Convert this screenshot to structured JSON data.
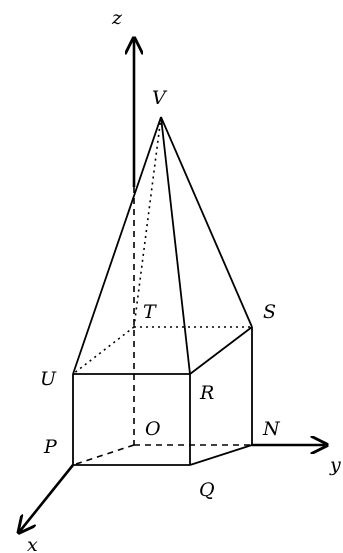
{
  "labels": {
    "z": "z",
    "x": "x",
    "y": "y",
    "V": "V",
    "T": "T",
    "S": "S",
    "U": "U",
    "R": "R",
    "O": "O",
    "N": "N",
    "P": "P",
    "Q": "Q"
  },
  "colors": {
    "ink": "#000000",
    "background": "#ffffff"
  }
}
